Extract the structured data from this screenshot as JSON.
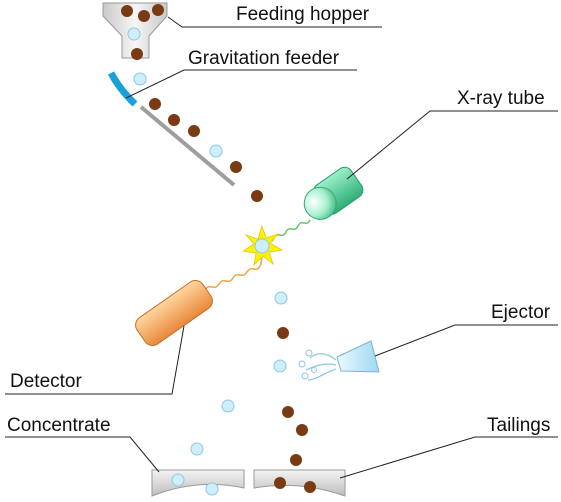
{
  "labels": {
    "hopper": "Feeding hopper",
    "feeder": "Gravitation feeder",
    "xray": "X-ray tube",
    "ejector": "Ejector",
    "detector": "Detector",
    "concentrate": "Concentrate",
    "tailings": "Tailings"
  },
  "icons": {
    "hopper": "feeding-hopper-icon",
    "feeder": "gravitation-feeder-icon",
    "xray": "xray-tube-icon",
    "detector": "detector-icon",
    "ejector": "ejector-nozzle-icon",
    "flash": "xray-impact-flash-icon",
    "concentrate_bin": "concentrate-bin-icon",
    "tailings_bin": "tailings-bin-icon"
  },
  "colors": {
    "ore_particle": "#7a3b14",
    "mineral_particle": "#cfeefb",
    "xray_tube": "#5fd3a0",
    "detector": "#f6a85a",
    "ejector": "#bfe7f7",
    "feeder_accent": "#1aa0d8",
    "flash": "#fff200",
    "bin": "#d9d9d9"
  }
}
